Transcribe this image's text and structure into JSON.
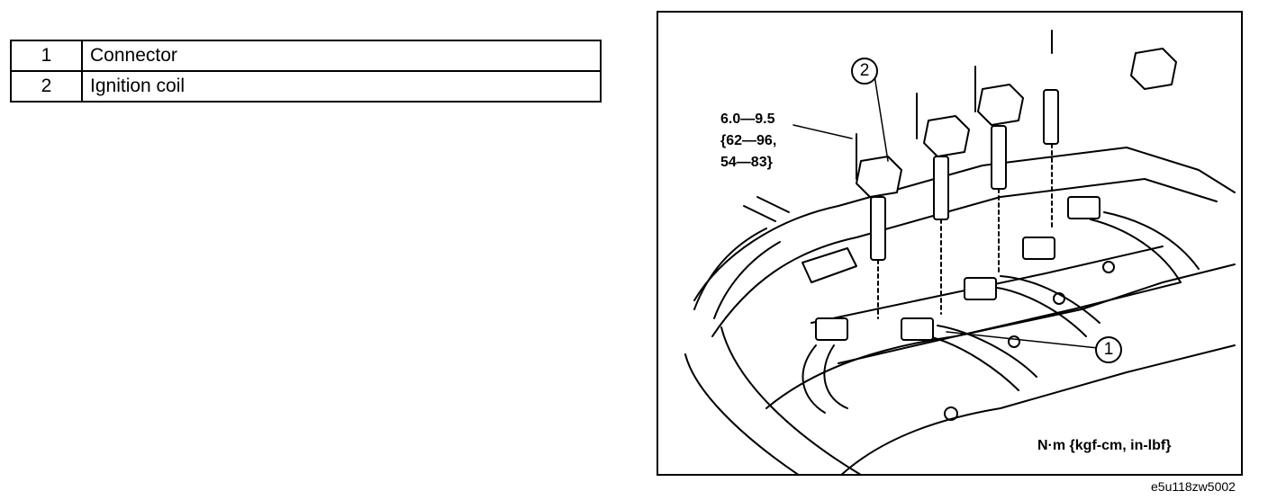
{
  "parts_table": {
    "rows": [
      {
        "num": "1",
        "label": "Connector"
      },
      {
        "num": "2",
        "label": "Ignition coil"
      }
    ]
  },
  "figure": {
    "torque_spec": "6.0—9.5\n{62—96,\n54—83}",
    "units": "N·m {kgf-cm, in-lbf}",
    "callout_1": "1",
    "callout_2": "2",
    "figure_id": "e5u118zw5002"
  }
}
